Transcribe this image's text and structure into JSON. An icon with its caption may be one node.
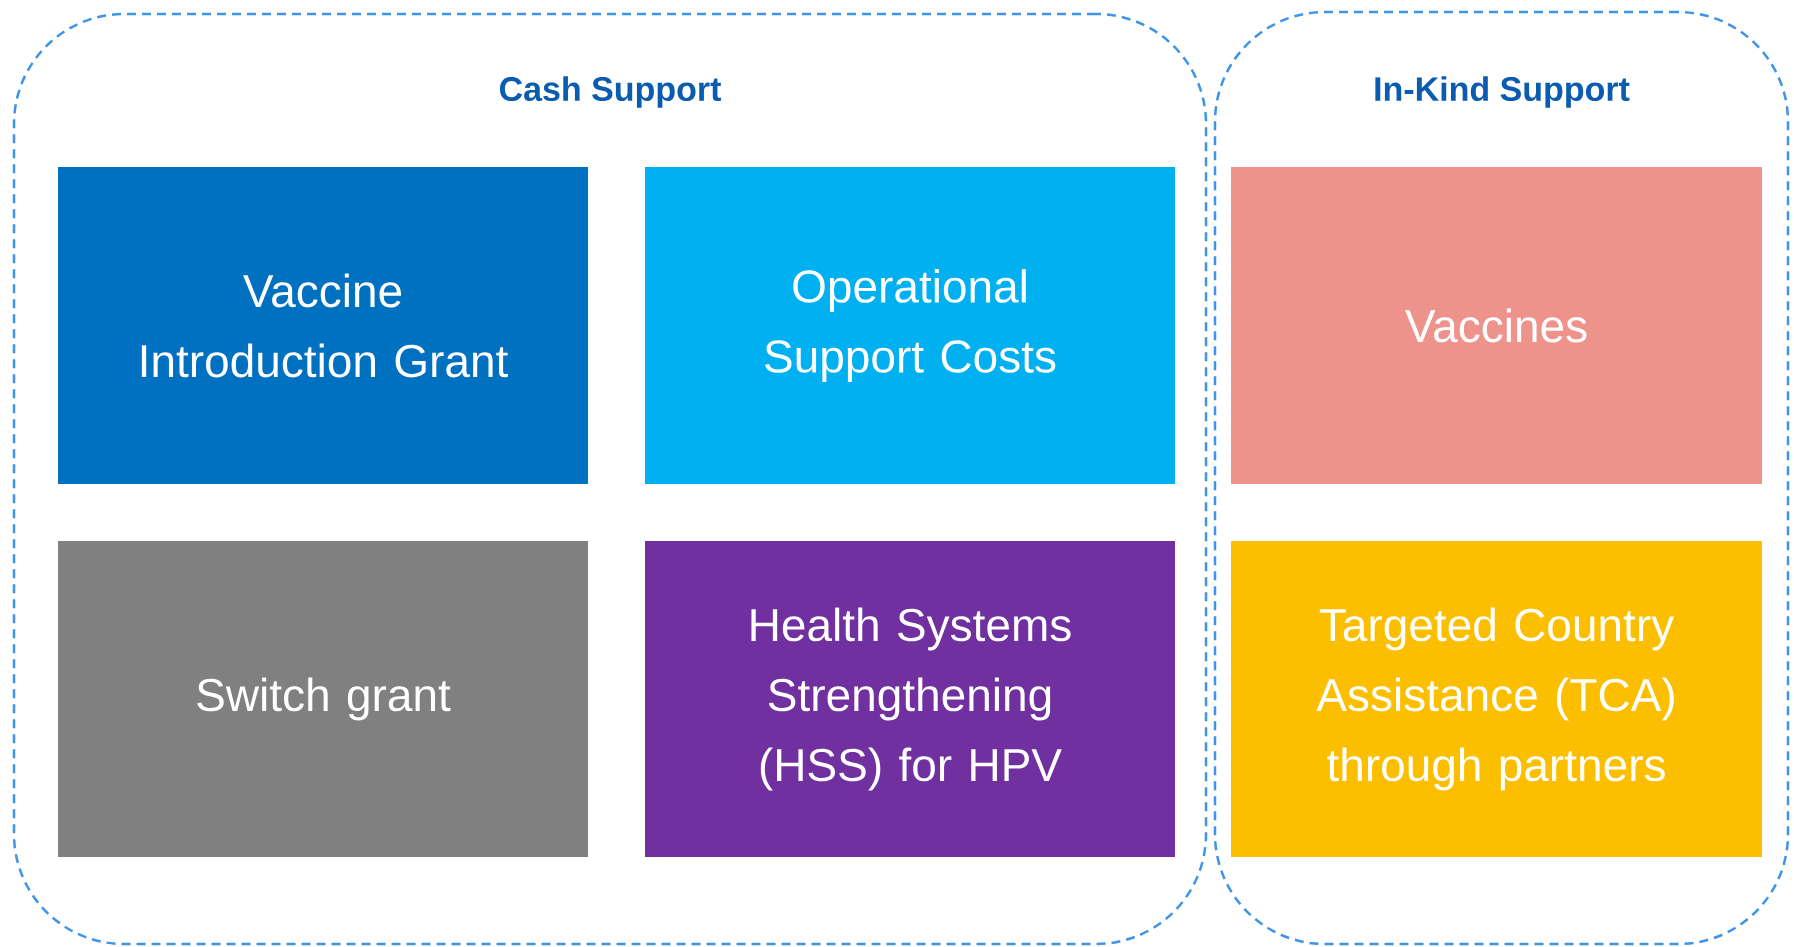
{
  "diagram": {
    "nodes": [
      {
        "text": [
          "Cash Support"
        ]
      },
      {
        "text": [
          "In-Kind Support"
        ]
      },
      {
        "text": [
          "Vaccine Introduction Grant"
        ],
        "in": 0
      },
      {
        "text": [
          "Operational Support Costs"
        ],
        "in": 0
      },
      {
        "text": [
          "Switch grant"
        ],
        "in": 0
      },
      {
        "text": [
          "Health Systems Strengthening (HSS) for HPV"
        ],
        "in": 0
      },
      {
        "text": [
          "Vaccines"
        ],
        "in": 1
      },
      {
        "text": [
          "Targeted Country Assistance (TCA) through partners"
        ],
        "in": 1
      }
    ]
  }
}
